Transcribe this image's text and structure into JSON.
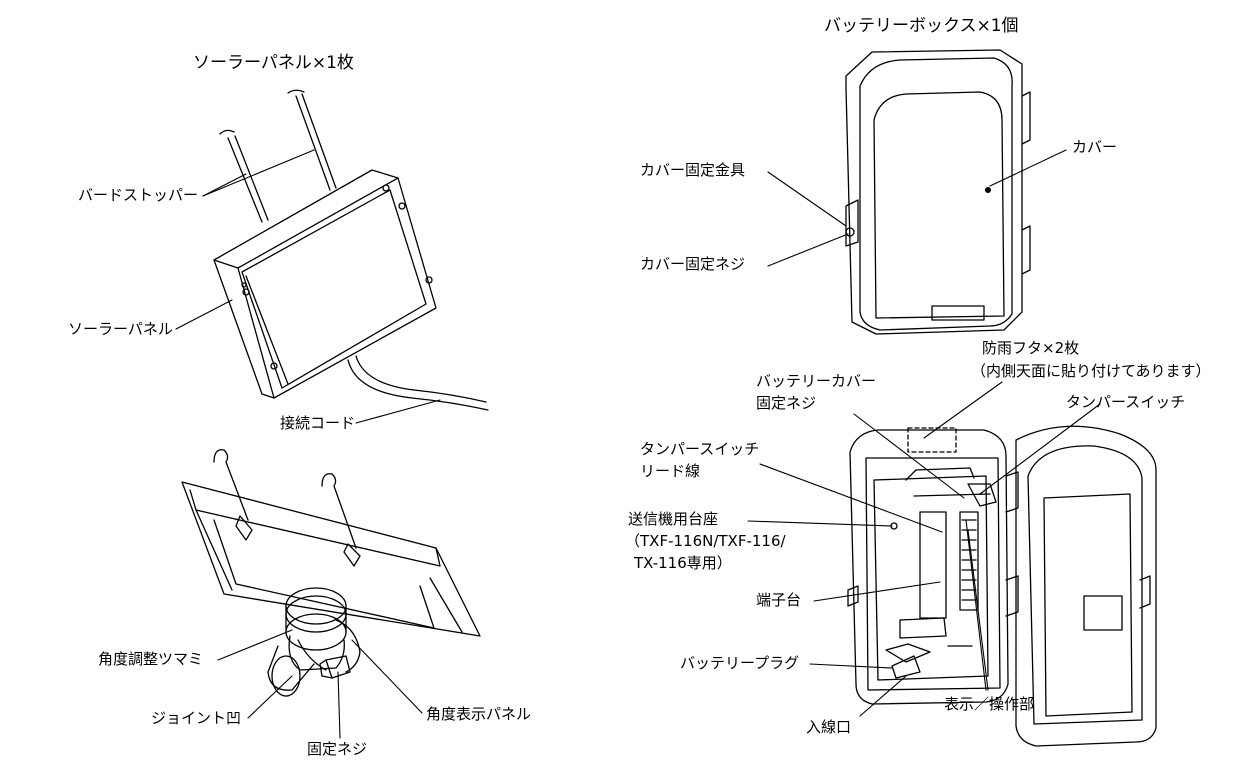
{
  "headers": {
    "solar_panel": "ソーラーパネル×1枚",
    "battery_box": "バッテリーボックス×1個"
  },
  "labels": {
    "bird_stopper": "バードストッパー",
    "solar_panel": "ソーラーパネル",
    "connection_cord": "接続コード",
    "angle_knob": "角度調整ツマミ",
    "joint_recess": "ジョイント凹",
    "fixing_screw": "固定ネジ",
    "angle_panel": "角度表示パネル",
    "cover": "カバー",
    "cover_bracket": "カバー固定金具",
    "cover_screw": "カバー固定ネジ",
    "rain_cap_1": "防雨フタ×2枚",
    "rain_cap_2": "（内側天面に貼り付けてあります）",
    "battery_cover_screw_1": "バッテリーカバー",
    "battery_cover_screw_2": "固定ネジ",
    "tamper_switch": "タンパースイッチ",
    "tamper_lead_1": "タンパースイッチ",
    "tamper_lead_2": "リード線",
    "transmitter_base_1": "送信機用台座",
    "transmitter_base_2": "（TXF-116N/TXF-116/",
    "transmitter_base_3": "TX-116専用）",
    "terminal_block": "端子台",
    "battery_plug": "バッテリープラグ",
    "display_ops": "表示／操作部",
    "cable_inlet": "入線口"
  }
}
